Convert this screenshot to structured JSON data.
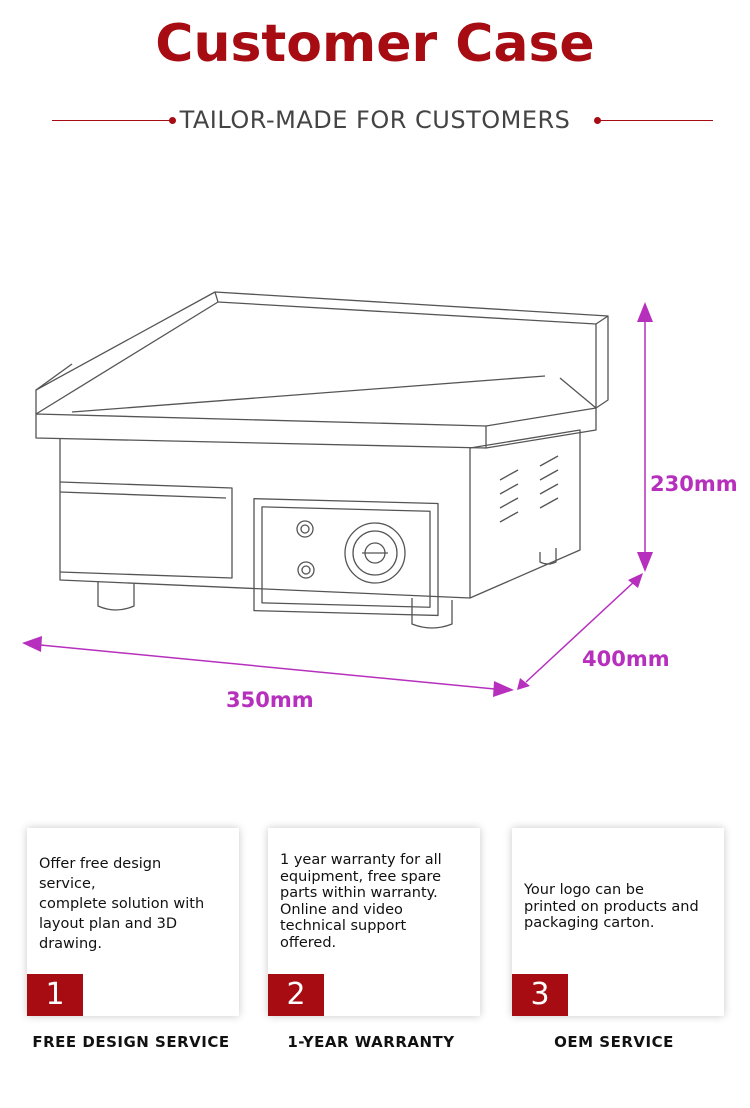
{
  "header": {
    "title": "Customer Case",
    "subtitle": "TAILOR-MADE FOR CUSTOMERS",
    "accent_color": "#a60c12"
  },
  "product": {
    "dimension_color": "#b62fbd",
    "height_label": "230mm",
    "depth_label": "400mm",
    "width_label": "350mm"
  },
  "services": [
    {
      "number": "1",
      "text": "Offer free design\nservice,\ncomplete solution with\nlayout plan and 3D\ndrawing.",
      "label": "FREE DESIGN SERVICE"
    },
    {
      "number": "2",
      "text": "1 year warranty for all\nequipment, free spare\nparts within warranty.\nOnline and video\ntechnical support\noffered.",
      "label": "1-YEAR WARRANTY"
    },
    {
      "number": "3",
      "text": "Your logo can be\nprinted on products and\npackaging carton.",
      "label": "OEM SERVICE"
    }
  ]
}
